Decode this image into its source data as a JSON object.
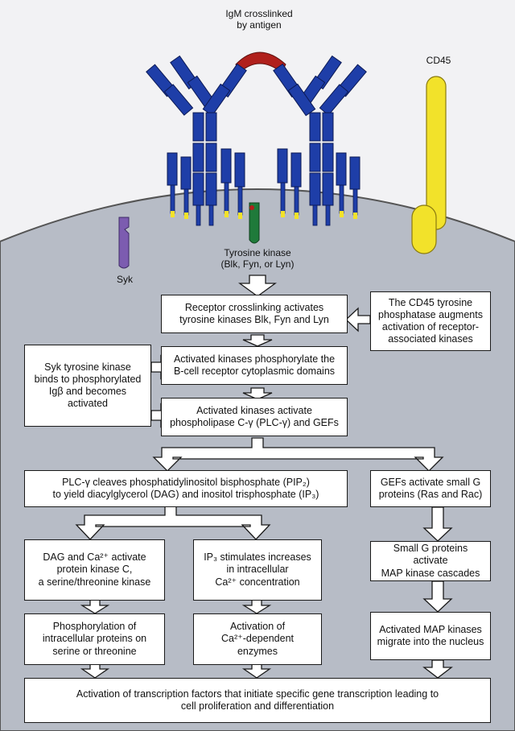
{
  "membrane_labels": {
    "igm": [
      "IgM crosslinked",
      "by antigen"
    ],
    "cd45": "CD45",
    "syk": "Syk",
    "tyrosine_kinase": [
      "Tyrosine kinase",
      "(Blk, Fyn, or Lyn)"
    ]
  },
  "boxes": {
    "b1": [
      "Receptor crosslinking activates",
      "tyrosine kinases Blk, Fyn and Lyn"
    ],
    "b_cd45": [
      "The CD45 tyrosine",
      "phosphatase augments",
      "activation of receptor-",
      "associated kinases"
    ],
    "b2": [
      "Activated kinases phosphorylate the",
      "B-cell receptor cytoplasmic domains"
    ],
    "b_syk": [
      "Syk tyrosine kinase",
      "binds to phosphorylated",
      "Igβ and becomes",
      "activated"
    ],
    "b3": [
      "Activated kinases activate",
      "phospholipase C-γ (PLC-γ) and GEFs"
    ],
    "b_plc": [
      "PLC-γ cleaves phosphatidylinositol bisphosphate (PIP₂)",
      "to yield diacylglycerol (DAG) and inositol trisphosphate (IP₃)"
    ],
    "b_gef": [
      "GEFs activate small G",
      "proteins (Ras and Rac)"
    ],
    "b_dag": [
      "DAG and Ca²⁺ activate",
      "protein kinase C,",
      "a serine/threonine kinase"
    ],
    "b_ip3": [
      "IP₃ stimulates increases",
      "in intracellular",
      "Ca²⁺ concentration"
    ],
    "b_smallg": [
      "Small G proteins activate",
      "MAP kinase cascades"
    ],
    "b_phos": [
      "Phosphorylation of",
      "intracellular proteins on",
      "serine or threonine"
    ],
    "b_ca": [
      "Activation of",
      "Ca²⁺-dependent",
      "enzymes"
    ],
    "b_map": [
      "Activated MAP kinases",
      "migrate into the nucleus"
    ],
    "b_final": [
      "Activation of transcription factors that initiate specific gene transcription leading to",
      "cell proliferation and differentiation"
    ]
  },
  "colors": {
    "antibody": "#1e3ea8",
    "antigen": "#b0201c",
    "cd45": "#f2e22a",
    "syk": "#7c5cb0",
    "kinase": "#1f7a3a",
    "cell": "#b7bcc6"
  }
}
